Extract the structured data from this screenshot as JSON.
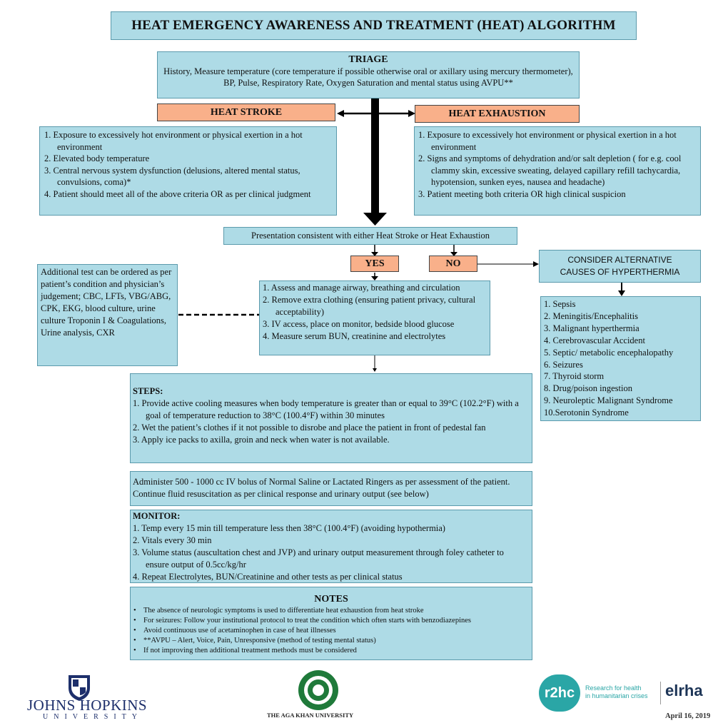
{
  "title": "HEAT EMERGENCY AWARENESS AND TREATMENT (HEAT) ALGORITHM",
  "triage": {
    "heading": "TRIAGE",
    "text": "History, Measure temperature (core temperature if possible otherwise oral or axillary using mercury thermometer), BP, Pulse, Respiratory Rate, Oxygen Saturation and mental status using AVPU**"
  },
  "heat_stroke": {
    "label": "HEAT STROKE",
    "criteria": [
      "1. Exposure to excessively hot environment or physical exertion in a hot environment",
      "2. Elevated body temperature",
      "3. Central nervous system dysfunction (delusions, altered mental status, convulsions,  coma)*",
      "4. Patient should meet all  of the above criteria OR as per clinical judgment"
    ]
  },
  "heat_exhaustion": {
    "label": "HEAT EXHAUSTION",
    "criteria": [
      "1. Exposure to excessively hot environment or physical exertion in a hot environment",
      "2. Signs and symptoms of dehydration and/or salt depletion ( for e.g. cool clammy skin, excessive sweating, delayed capillary refill tachycardia, hypotension, sunken eyes, nausea and headache)",
      "3. Patient meeting both criteria OR high clinical suspicion"
    ]
  },
  "presentation": "Presentation consistent with either Heat Stroke or Heat Exhaustion",
  "yes_label": "YES",
  "no_label": "NO",
  "additional_tests": "Additional test can be ordered as per patient’s condition and physician’s judgement; CBC, LFTs,  VBG/ABG, CPK, EKG, blood culture, urine culture Troponin I & Coagulations, Urine analysis, CXR",
  "initial_steps": [
    "1. Assess and manage airway, breathing and circulation",
    "2. Remove extra clothing (ensuring patient privacy, cultural acceptability)",
    "3. IV access, place on monitor, bedside blood glucose",
    "4. Measure serum BUN, creatinine and electrolytes"
  ],
  "alternative": {
    "heading": "CONSIDER ALTERNATIVE CAUSES OF HYPERTHERMIA",
    "items": [
      "1. Sepsis",
      "2. Meningitis/Encephalitis",
      "3. Malignant hyperthermia",
      "4. Cerebrovascular Accident",
      "5. Septic/ metabolic encephalopathy",
      "6. Seizures",
      "7. Thyroid storm",
      "8. Drug/poison ingestion",
      "9. Neuroleptic Malignant Syndrome",
      "10.Serotonin Syndrome"
    ]
  },
  "steps": {
    "heading": "STEPS:",
    "items": [
      "1. Provide active  cooling measures when body temperature is greater than or equal to 39°C (102.2°F) with a goal of temperature reduction to 38°C (100.4°F) within 30 minutes",
      "2. Wet the patient’s clothes if it not possible to disrobe and place the patient in front of pedestal fan",
      "3. Apply ice packs to axilla, groin and neck when water is not available."
    ]
  },
  "fluids": "Administer 500 - 1000 cc IV bolus of Normal Saline or Lactated Ringers as per assessment of the patient. Continue fluid resuscitation as per clinical response and urinary output (see below)",
  "monitor": {
    "heading": "MONITOR:",
    "items": [
      "1. Temp every 15 min till temperature less then 38°C (100.4°F) (avoiding hypothermia)",
      "2. Vitals every 30 min",
      "3. Volume status (auscultation chest and JVP) and urinary output measurement through foley catheter to ensure output of 0.5cc/kg/hr",
      "4. Repeat Electrolytes, BUN/Creatinine and other  tests as per clinical status"
    ]
  },
  "notes": {
    "heading": "NOTES",
    "items": [
      "The absence of neurologic symptoms is used to differentiate heat exhaustion from heat stroke",
      "For seizures: Follow your institutional protocol to treat the condition which often starts with benzodiazepines",
      "Avoid continuous use of acetaminophen in case of heat illnesses",
      "**AVPU – Alert, Voice, Pain, Unresponsive (method of testing mental status)",
      "If not improving then additional treatment methods must be considered"
    ]
  },
  "footer": {
    "jhu_line1": "JOHNS HOPKINS",
    "jhu_line2": "UNIVERSITY",
    "aku": "THE AGA KHAN UNIVERSITY",
    "r2hc": "r2hc",
    "r2hc_tagline_1": "Research for health",
    "r2hc_tagline_2": "in humanitarian crises",
    "elrha": "elrha",
    "date": "April 16, 2019"
  },
  "colors": {
    "box_fill": "#aedbe6",
    "label_fill": "#f9b08a",
    "r2hc_teal": "#2aa6a6",
    "jhu_blue": "#1d2f6b",
    "aku_green": "#1f7a3a"
  }
}
